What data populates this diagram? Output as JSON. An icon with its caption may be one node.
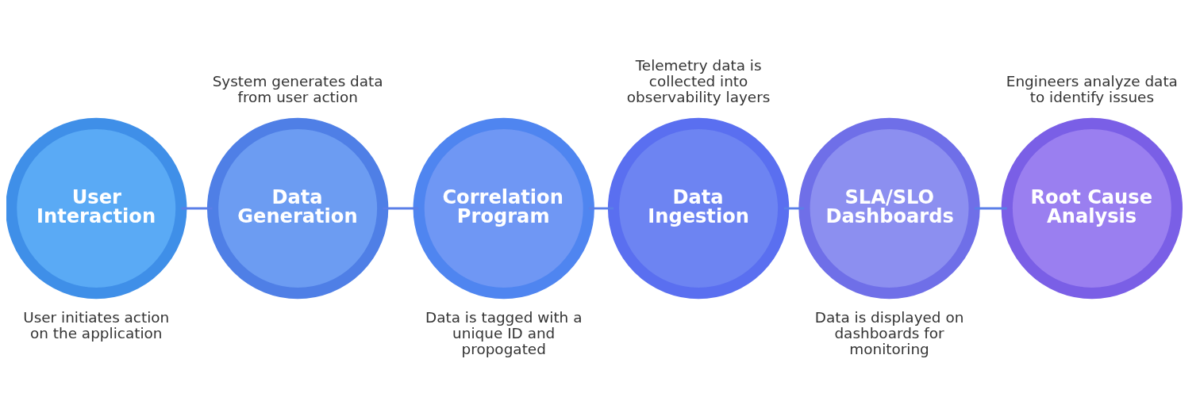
{
  "diagram": {
    "nodes": [
      {
        "text": [
          "User Interaction"
        ],
        "beside": [
          "User initiates action on the application"
        ]
      },
      {
        "text": [
          "Data Generation"
        ],
        "beside": [
          "System generates data from user action"
        ]
      },
      {
        "text": [
          "Correlation Program"
        ],
        "beside": [
          "Data is tagged with a unique ID and propogated"
        ]
      },
      {
        "text": [
          "Data Ingestion"
        ],
        "beside": [
          "Telemetry data is collected into observability layers"
        ]
      },
      {
        "text": [
          "SLA/SLO Dashboards"
        ],
        "beside": [
          "Data is displayed on dashboards for monitoring"
        ]
      },
      {
        "text": [
          "Root Cause Analysis"
        ],
        "beside": [
          "Engineers analyze data to identify issues"
        ]
      }
    ],
    "edges": [
      {
        "from": 0,
        "to": 1,
        "arrow": "none"
      },
      {
        "from": 1,
        "to": 2,
        "arrow": "none"
      },
      {
        "from": 2,
        "to": 3,
        "arrow": "none"
      },
      {
        "from": 3,
        "to": 4,
        "arrow": "none"
      },
      {
        "from": 4,
        "to": 5,
        "arrow": "none"
      }
    ]
  }
}
